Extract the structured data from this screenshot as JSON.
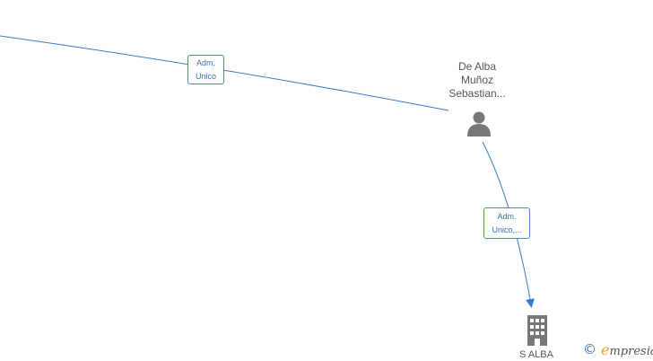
{
  "nodes": {
    "person": {
      "name_lines": [
        "De Alba",
        "Muñoz",
        "Sebastian..."
      ],
      "icon": "person-icon",
      "color": "#777777"
    },
    "company": {
      "name": "S ALBA",
      "icon": "building-icon",
      "color": "#777777"
    }
  },
  "edges": [
    {
      "label_lines": [
        "Adm.",
        "Unico"
      ]
    },
    {
      "label_lines": [
        "Adm.",
        "Unico,..."
      ]
    }
  ],
  "watermark": {
    "symbol": "©",
    "brand_initial": "e",
    "brand_rest": "mpresia"
  },
  "colors": {
    "edge": "#3a78cc",
    "label_border": "#4a88d0",
    "label_text": "#3a6fb0",
    "node_text": "#555555",
    "icon": "#777777"
  }
}
